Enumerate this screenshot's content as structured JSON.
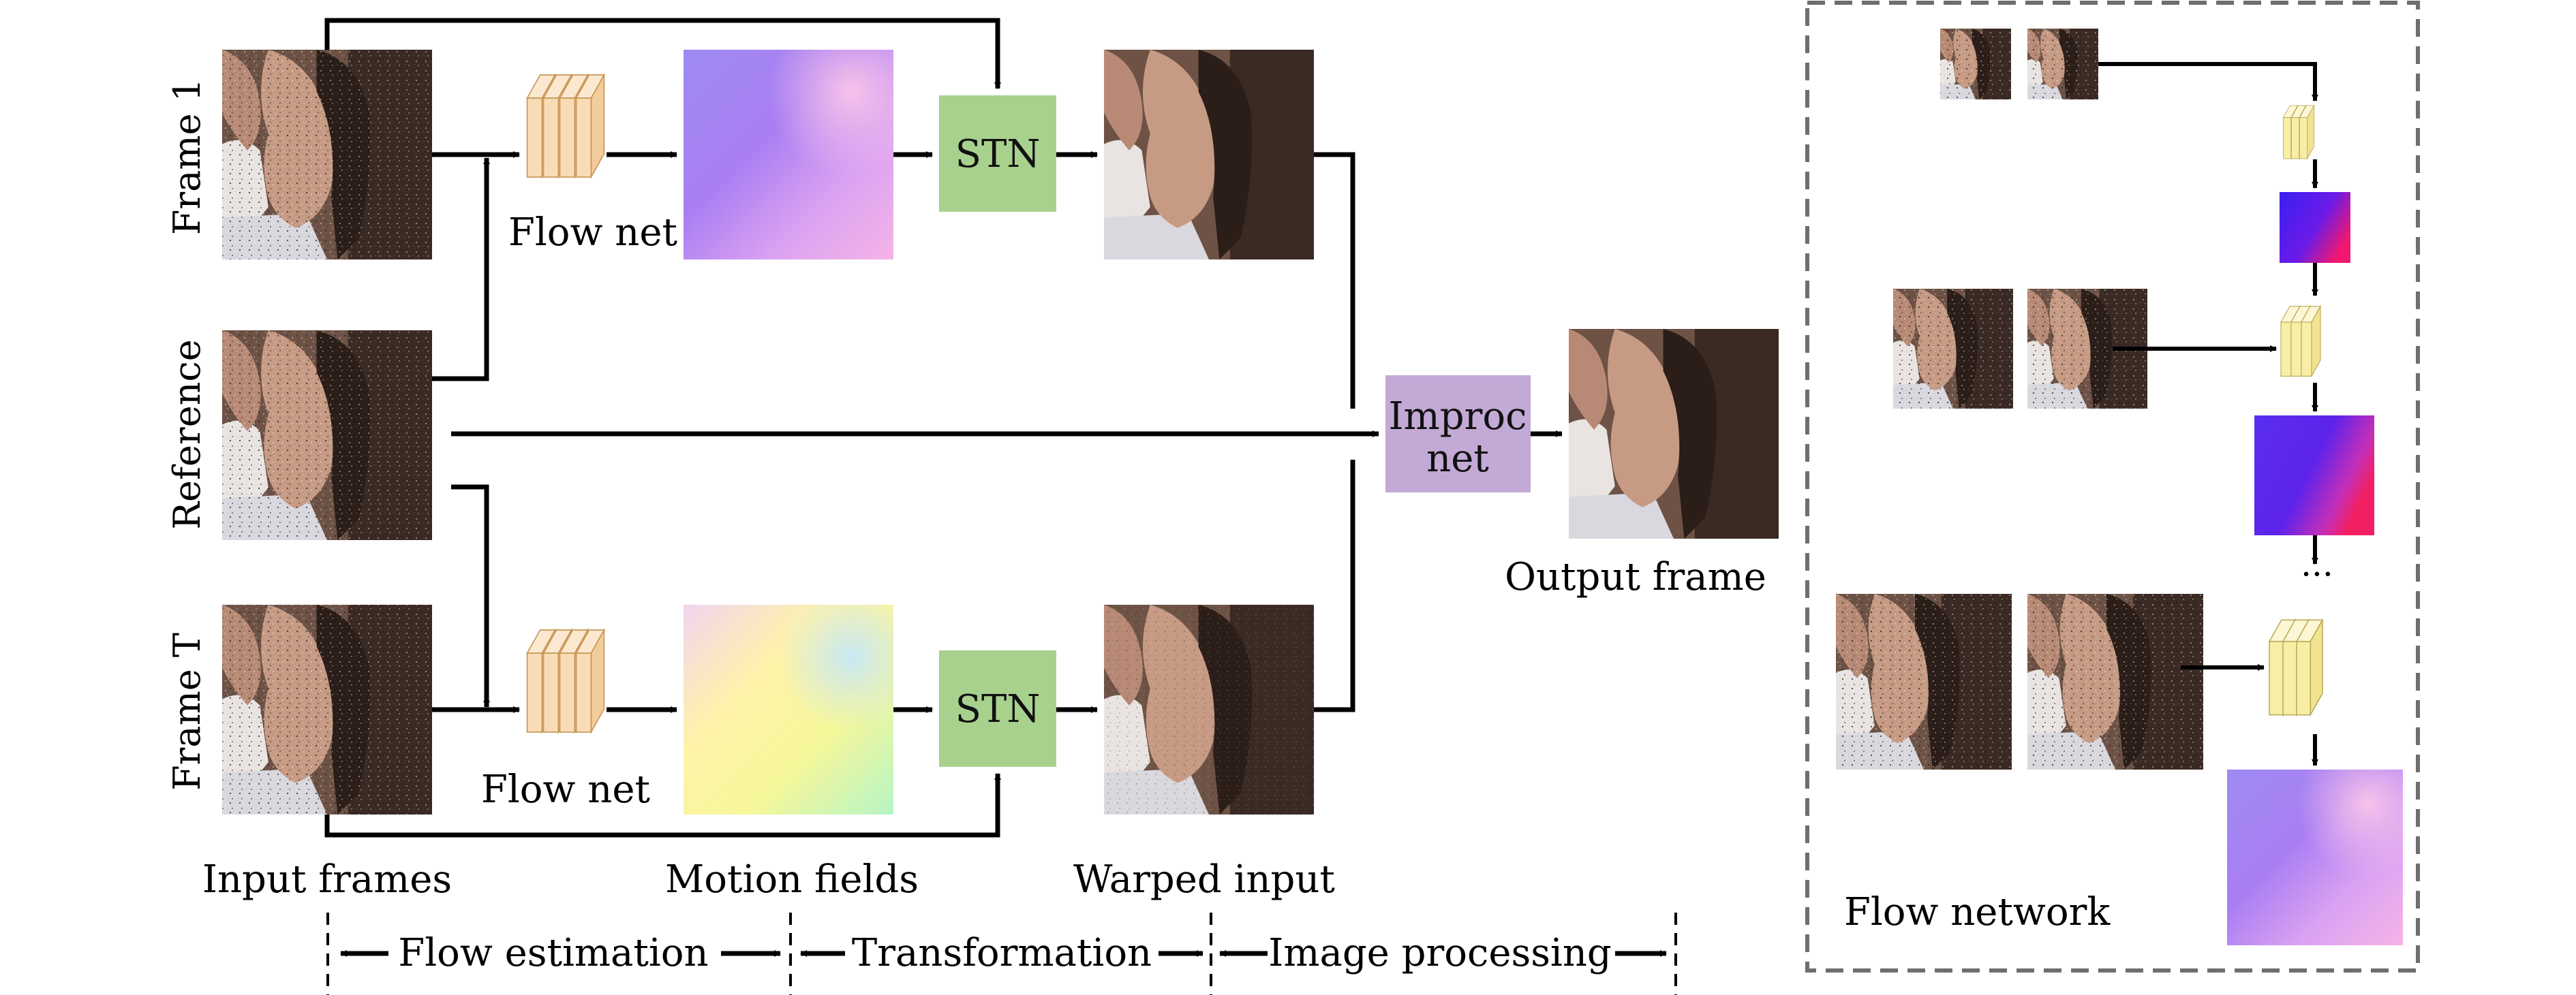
{
  "rows": {
    "frame1": "Frame 1",
    "reference": "Reference",
    "frameT": "Frame T"
  },
  "modules": {
    "flow_net": "Flow net",
    "stn": "STN",
    "improc_line1": "Improc",
    "improc_line2": "net"
  },
  "columns": {
    "input_frames": "Input frames",
    "motion_fields": "Motion fields",
    "warped_input": "Warped input",
    "output_frame": "Output frame"
  },
  "stages": {
    "flow_estimation": "Flow estimation",
    "transformation": "Transformation",
    "image_processing": "Image processing"
  },
  "inset": {
    "title": "Flow network",
    "ellipsis": "···"
  },
  "colors": {
    "stn_fill": "#a9d18e",
    "improc_fill": "#c3a9d6",
    "flownet_fill": "#f9dcb5",
    "flownet_small_fill": "#f8eea6",
    "inset_border": "#6e6e6e"
  }
}
